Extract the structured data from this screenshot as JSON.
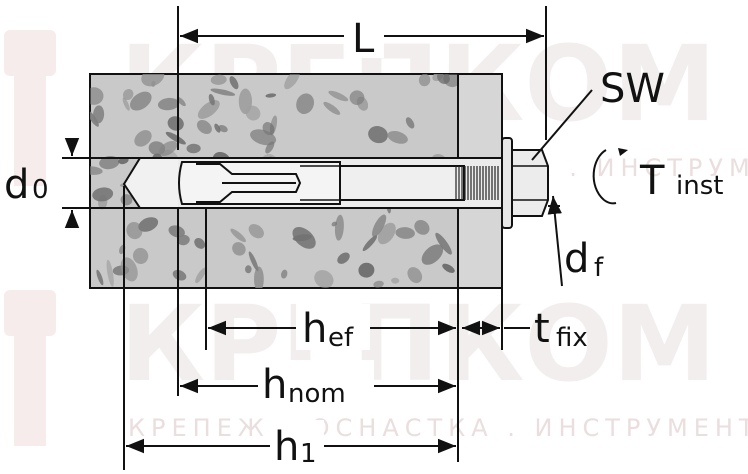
{
  "watermark": {
    "brand": "КРЕПКОМ",
    "tagline": "КРЕПЕЖ . ОСНАСТКА . ИНСТРУМЕНТ"
  },
  "labels": {
    "L": "L",
    "SW": "SW",
    "d0_main": "d",
    "d0_sub": "0",
    "tinst_main": "T",
    "tinst_sub": "inst",
    "df_main": "d",
    "df_sub": "f",
    "hef_main": "h",
    "hef_sub": "ef",
    "tfix_main": "t",
    "tfix_sub": "fix",
    "hnom_main": "h",
    "hnom_sub": "nom",
    "h1_main": "h",
    "h1_sub": "1"
  },
  "colors": {
    "concrete": "#c9c9c9",
    "concrete_spot": "#8a8a8a",
    "fixture": "#d8d8d8",
    "steel": "#e9e9e9",
    "line": "#111111",
    "watermark": "#f3eeee"
  }
}
